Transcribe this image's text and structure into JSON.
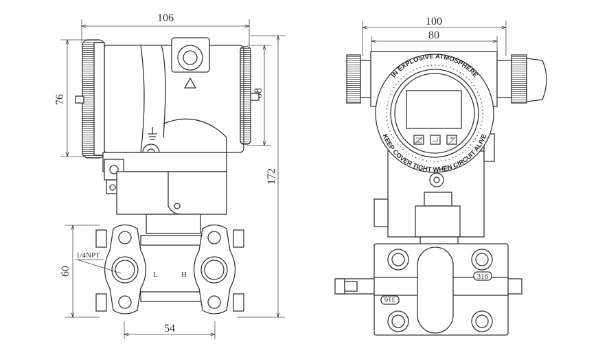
{
  "left_view": {
    "dimensions": {
      "width": "106",
      "cover_height": "76",
      "cover_inner": "68",
      "total_height": "172",
      "flange_height": "60",
      "flange_spacing": "54"
    },
    "labels": {
      "connection": "1/4NPT",
      "low_side": "L",
      "high_side": "H"
    }
  },
  "right_view": {
    "dimensions": {
      "outer_width": "100",
      "inner_width": "80"
    },
    "dial_text_top": "IN EXPLOSIVE ATMOSPHERE",
    "dial_text_bottom": "KEEP COVER TIGHT WHEN CIRCUIT ALIVE",
    "material_marks": [
      "316",
      "316"
    ]
  }
}
